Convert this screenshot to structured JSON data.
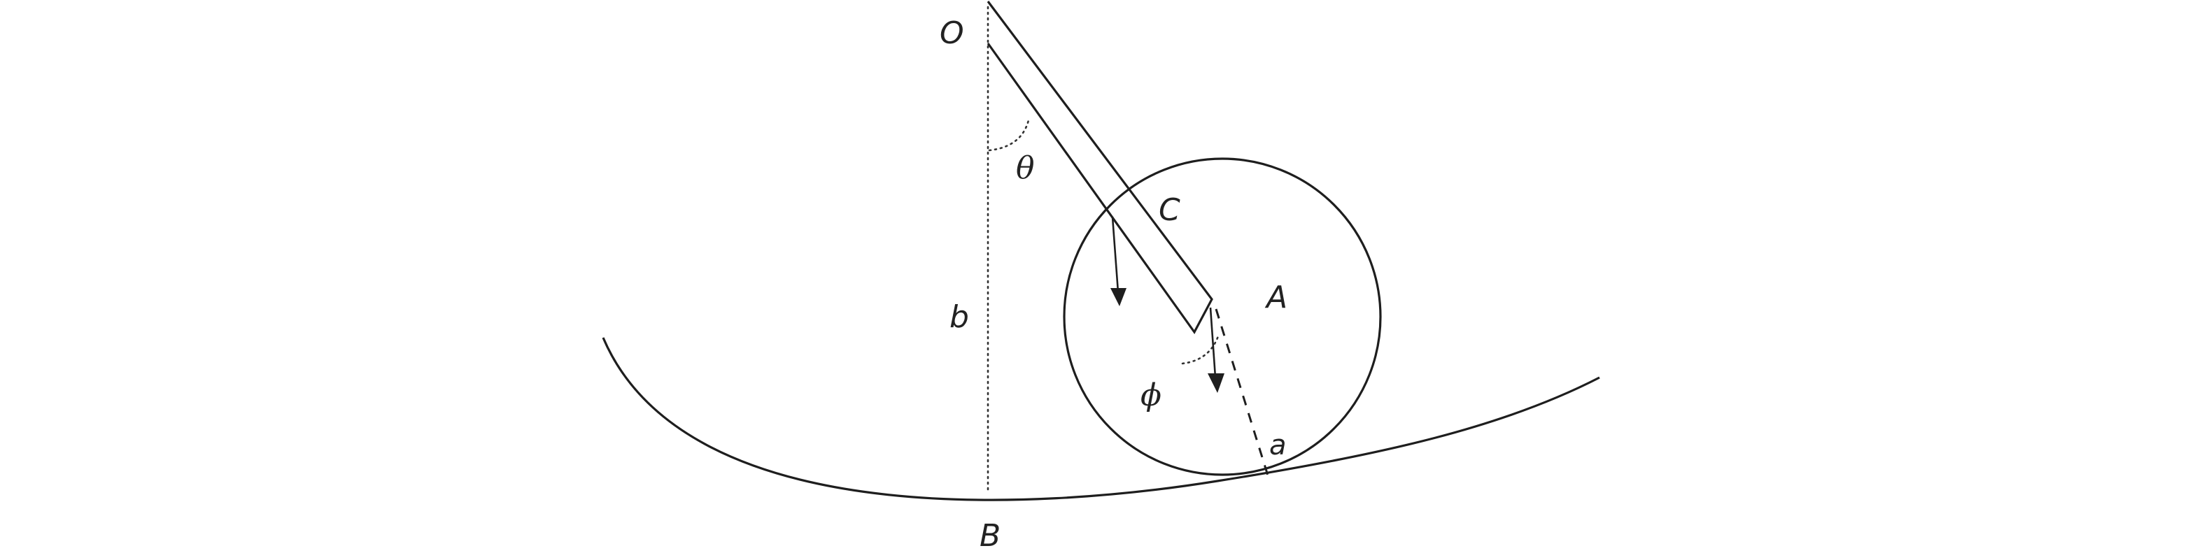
{
  "labels": {
    "O": "O",
    "B": "B",
    "b": "b",
    "C": "C",
    "A": "A",
    "a": "a",
    "theta": "θ",
    "phi": "ϕ"
  },
  "colors": {
    "ink": "#1e1e1e",
    "background": "#ffffff"
  }
}
